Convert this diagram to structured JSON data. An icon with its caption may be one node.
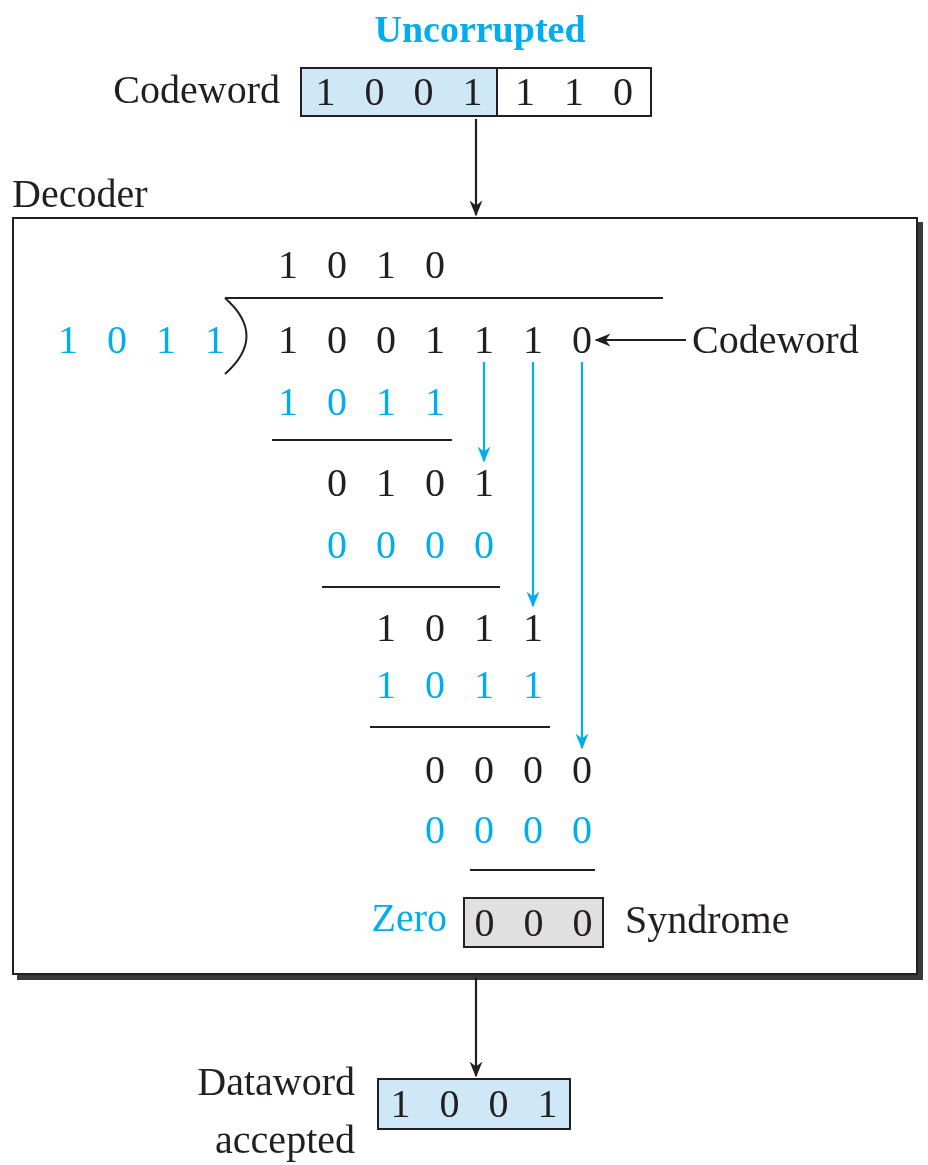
{
  "diagram": {
    "nodes": [
      {
        "text": [
          "1 0 0 1",
          "1 1 0"
        ],
        "beside": [
          "Uncorrupted",
          "Codeword"
        ]
      },
      {
        "text": [
          "Decoder"
        ]
      },
      {
        "text": [
          "1 0 0 1 1 1 0"
        ],
        "in": 1
      },
      {
        "text": [
          "Codeword"
        ],
        "in": 1
      },
      {
        "text": [
          "0 1 0 1"
        ],
        "in": 1
      },
      {
        "text": [
          "1 0 1 1"
        ],
        "in": 1
      },
      {
        "text": [
          "0 0 0 0"
        ],
        "in": 1
      },
      {
        "text": [
          "0 0 0"
        ],
        "in": 1,
        "beside": [
          "Zero",
          "Syndrome"
        ]
      },
      {
        "text": [
          "1 0 0 1"
        ],
        "beside": [
          "Dataword accepted"
        ]
      }
    ],
    "edges": [
      {
        "from": 0,
        "to": 1,
        "arrow": "to"
      },
      {
        "from": 3,
        "to": 2,
        "arrow": "to"
      },
      {
        "from": 2,
        "to": 4,
        "arrow": "to",
        "color": "#00aeef"
      },
      {
        "from": 2,
        "to": 5,
        "arrow": "to",
        "color": "#00aeef"
      },
      {
        "from": 2,
        "to": 6,
        "arrow": "to",
        "color": "#00aeef"
      },
      {
        "from": 1,
        "to": 8,
        "arrow": "to"
      }
    ],
    "labels": [
      "1 0 1 0",
      "1 0 1 1",
      "1 0 1 1",
      "0 0 0 0",
      "1 0 1 1",
      "0 0 0 0"
    ]
  }
}
